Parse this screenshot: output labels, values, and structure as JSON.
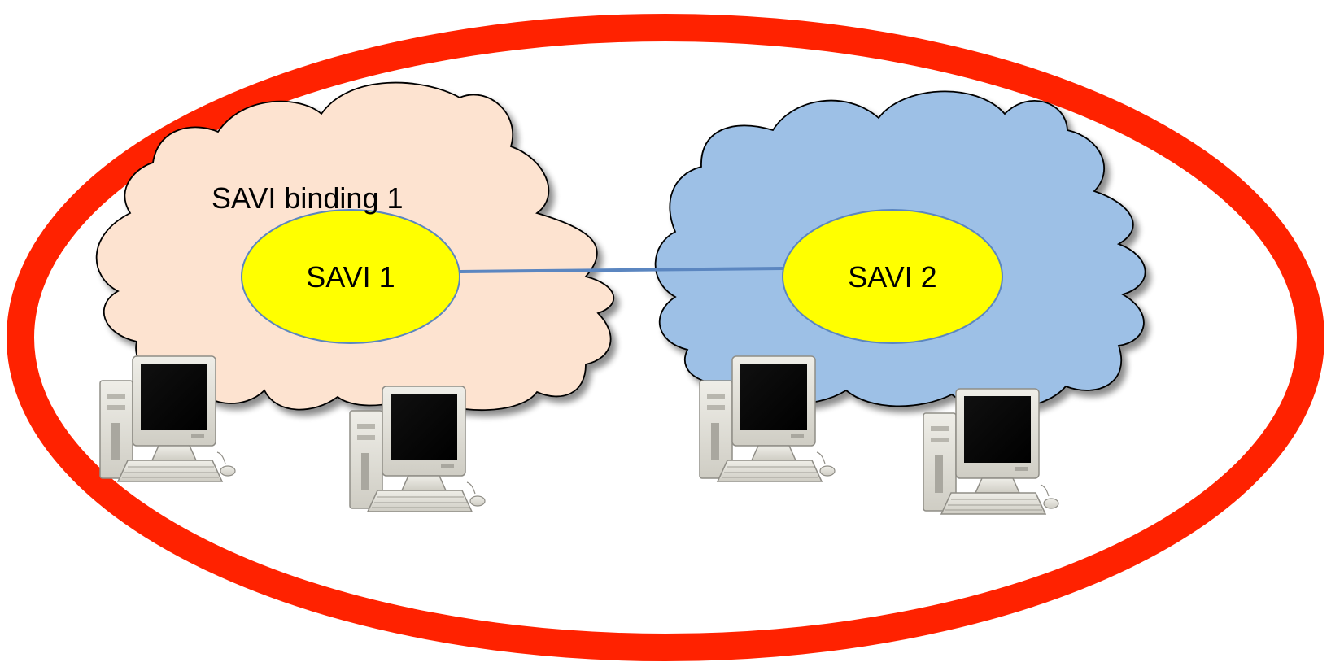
{
  "diagram": {
    "binding_label": "SAVI binding 1",
    "nodes": [
      {
        "id": "savi-1",
        "label": "SAVI 1"
      },
      {
        "id": "savi-2",
        "label": "SAVI 2"
      }
    ],
    "links": [
      {
        "from": "savi-1",
        "to": "savi-2"
      }
    ]
  },
  "colors": {
    "outer_ring": "#ff2200",
    "cloud_left": "#fde3d0",
    "cloud_right": "#9dc0e6",
    "node_fill": "#ffff00",
    "node_stroke": "#5b86c0",
    "link": "#5b86c0"
  },
  "icons": {
    "hosts": [
      "desktop-computer-icon",
      "desktop-computer-icon",
      "desktop-computer-icon",
      "desktop-computer-icon"
    ]
  }
}
